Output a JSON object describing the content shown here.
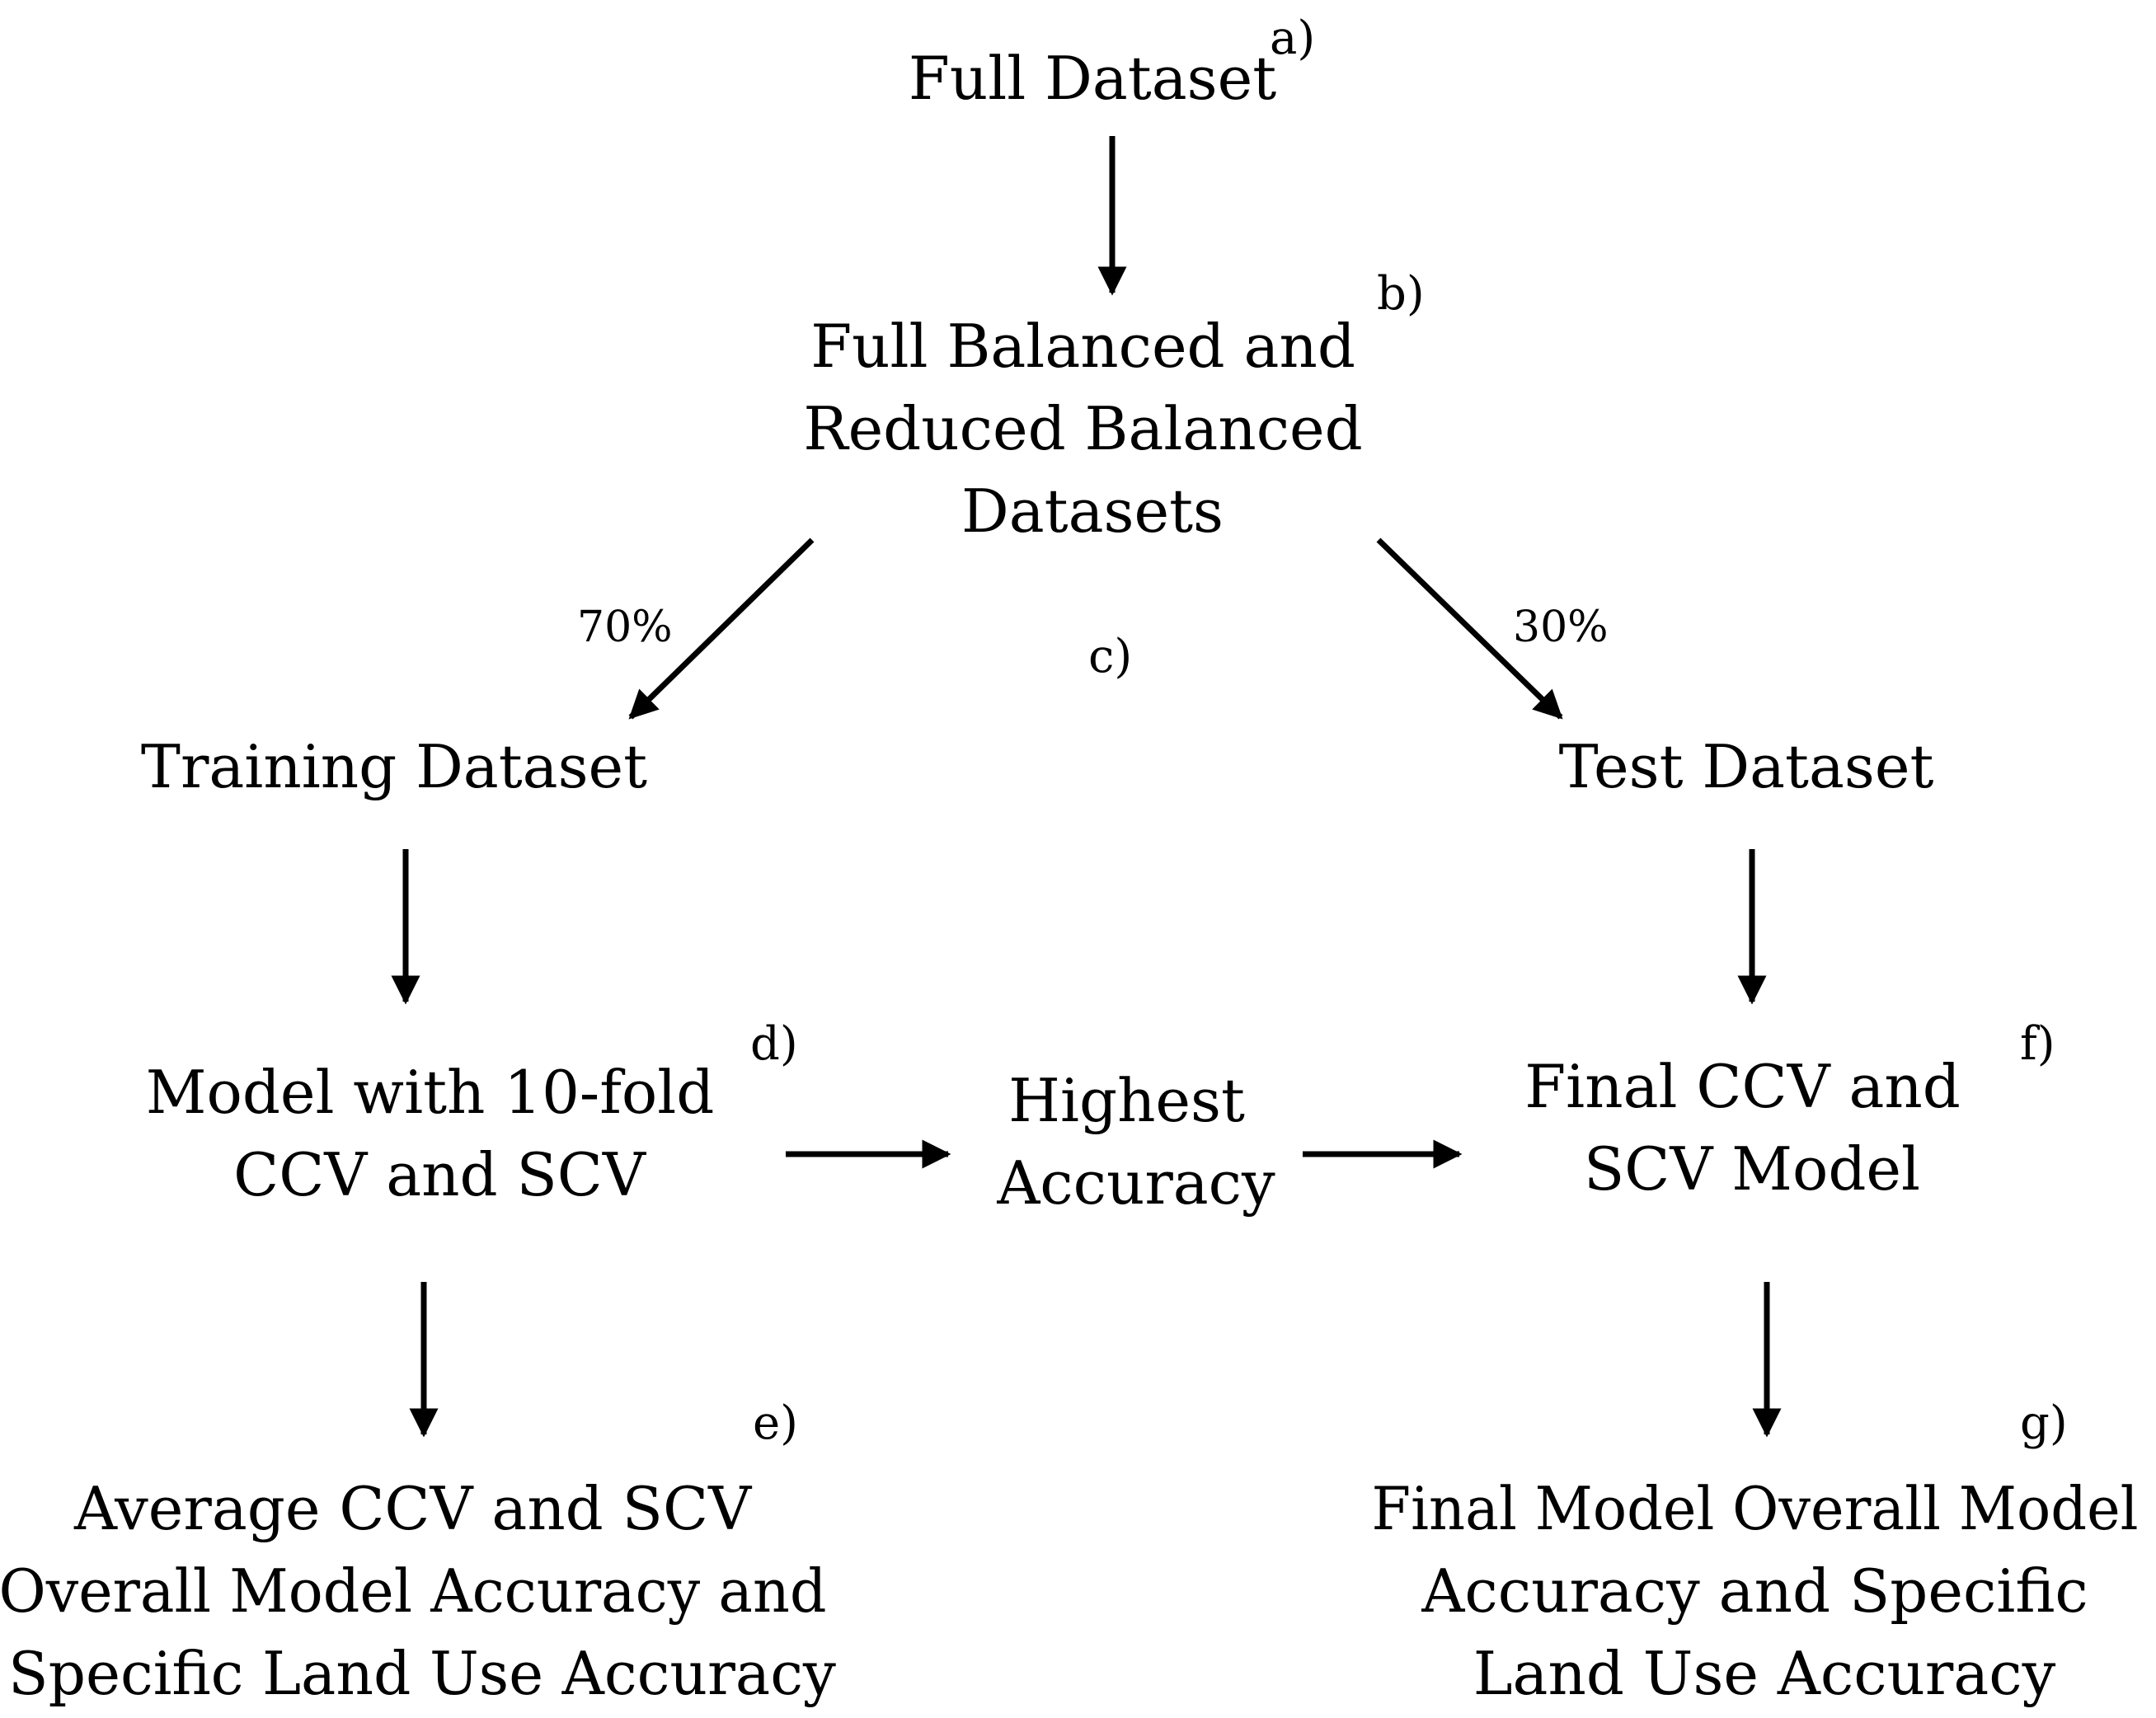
{
  "nodes": {
    "full_dataset": [
      "Full Dataset"
    ],
    "balanced_datasets": [
      "Full Balanced and",
      "Reduced Balanced",
      "Datasets"
    ],
    "training_dataset": [
      "Training Dataset"
    ],
    "test_dataset": [
      "Test Dataset"
    ],
    "model_10fold": [
      "Model with 10-fold",
      "CCV and SCV"
    ],
    "highest_accuracy": [
      "Highest",
      "Accuracy"
    ],
    "final_model": [
      "Final CCV and",
      "SCV Model"
    ],
    "average_accuracy": [
      "Average CCV and SCV",
      "Overall Model Accuracy and",
      "Specific Land Use Accuracy"
    ],
    "final_accuracy": [
      "Final Model Overall Model",
      "Accuracy and Specific",
      "Land Use Accuracy"
    ]
  },
  "tags": {
    "a": "a)",
    "b": "b)",
    "c": "c)",
    "d": "d)",
    "e": "e)",
    "f": "f)",
    "g": "g)"
  },
  "splits": {
    "train": "70%",
    "test": "30%"
  }
}
